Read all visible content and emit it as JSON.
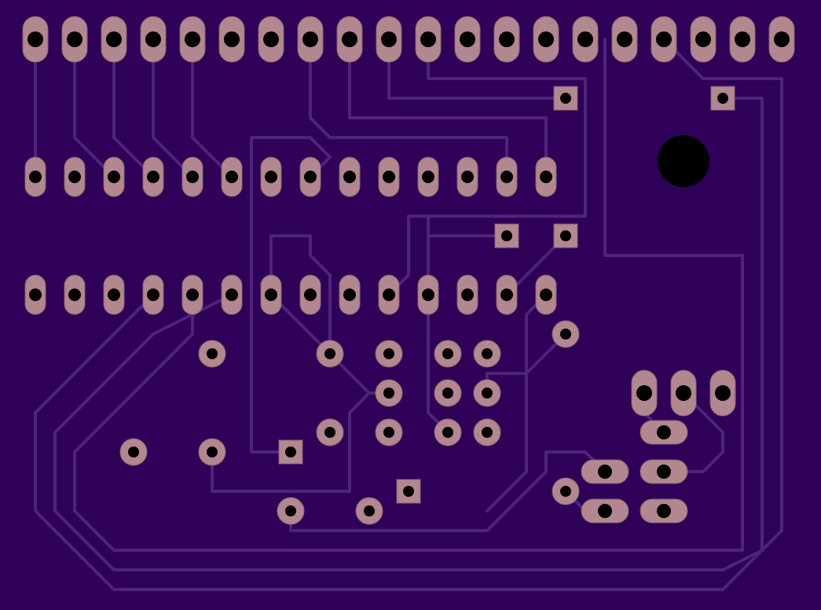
{
  "board": {
    "title": "",
    "colors": {
      "background": "#000000",
      "substrate": "#2e0057",
      "trace": "#4d2479",
      "pad": "#b3878f",
      "pad_outline": "#8a6470",
      "drill": "#000000",
      "mounting_hole": "#000000"
    },
    "components": {
      "header_top_row": {
        "pin_count": 20,
        "pad_shape": "oval-vertical"
      },
      "ic_top_row": {
        "pin_count": 14,
        "pad_shape": "oval-vertical"
      },
      "ic_bottom_row": {
        "pin_count": 14,
        "pad_shape": "oval-vertical"
      },
      "square_vias": {
        "count": 6,
        "pad_shape": "square"
      },
      "round_pads": {
        "count": 18,
        "pad_shape": "round"
      },
      "three_pin_connector": {
        "pin_count": 3,
        "pad_shape": "oval-vertical"
      },
      "horizontal_oval_pads": {
        "count": 5,
        "pad_shape": "oval-horizontal"
      },
      "mounting_hole": {
        "count": 1,
        "shape": "circle"
      }
    }
  }
}
